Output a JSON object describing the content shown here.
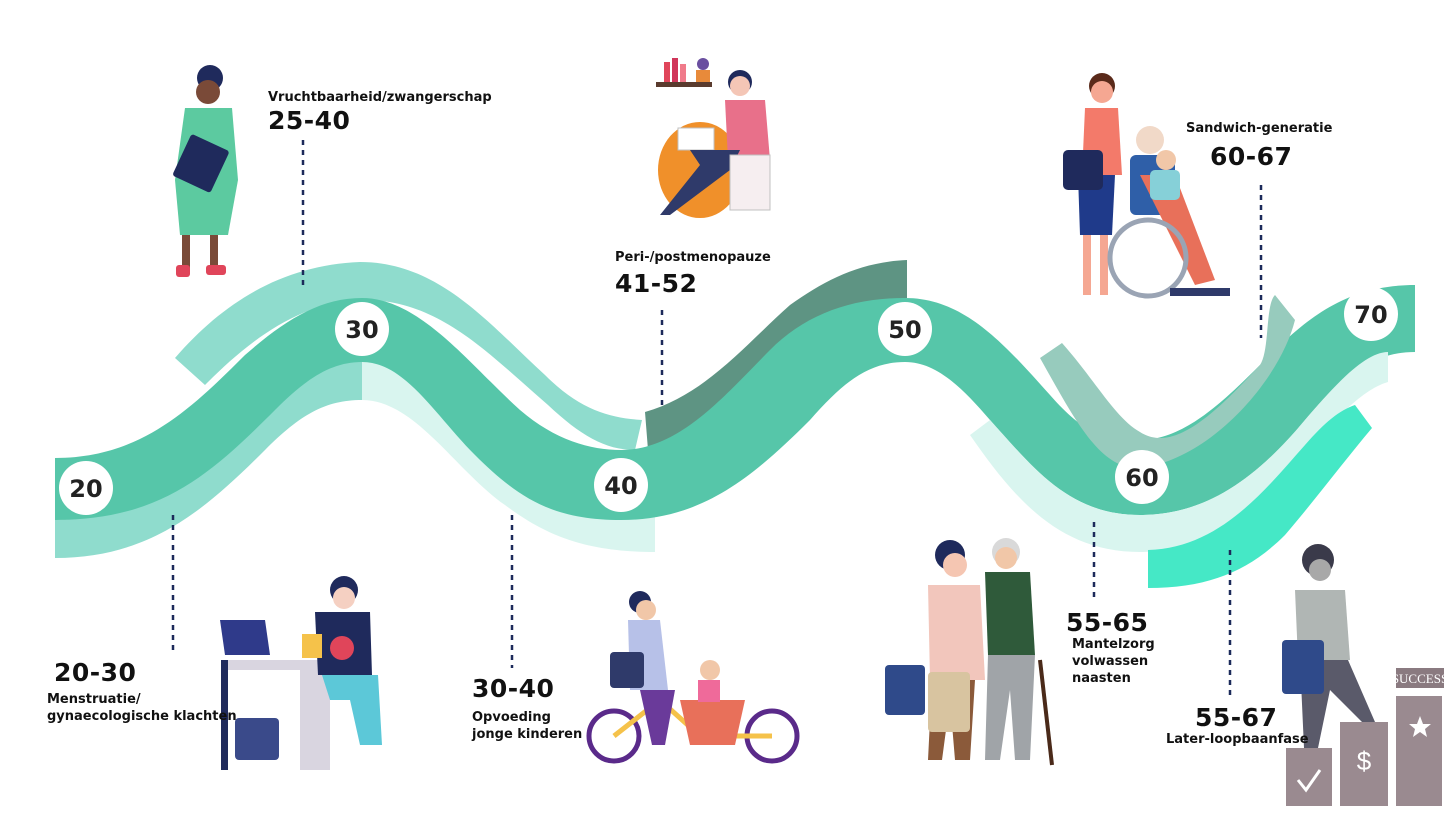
{
  "ages": [
    "20",
    "30",
    "40",
    "50",
    "60",
    "70"
  ],
  "phases": [
    {
      "id": "menstruatie",
      "range": "20-30",
      "lines": [
        "Menstruatie/",
        "gynaecologische klachten"
      ]
    },
    {
      "id": "vruchtbaarheid",
      "range": "25-40",
      "lines": [
        "Vruchtbaarheid/zwangerschap"
      ]
    },
    {
      "id": "opvoeding",
      "range": "30-40",
      "lines": [
        "Opvoeding",
        "jonge kinderen"
      ]
    },
    {
      "id": "menopauze",
      "range": "41-52",
      "lines": [
        "Peri-/postmenopauze"
      ]
    },
    {
      "id": "mantelzorg",
      "range": "55-65",
      "lines": [
        "Mantelzorg",
        "volwassen",
        "naasten"
      ]
    },
    {
      "id": "sandwich",
      "range": "60-67",
      "lines": [
        "Sandwich-generatie"
      ]
    },
    {
      "id": "loopbaan",
      "range": "55-67",
      "lines": [
        "Later-loopbaanfase"
      ]
    }
  ],
  "illustrations": {
    "success_sign": "SUCCESS",
    "dollar_sign": "$"
  },
  "colors": {
    "main_band": "#56c6a9",
    "light_band": "#8fdccd",
    "pale_band": "#d9f5ef",
    "dark_band": "#5e9483",
    "sage_band": "#97cbbd",
    "bright_band": "#45e8c6",
    "dotted_line": "#1c2a5a"
  }
}
